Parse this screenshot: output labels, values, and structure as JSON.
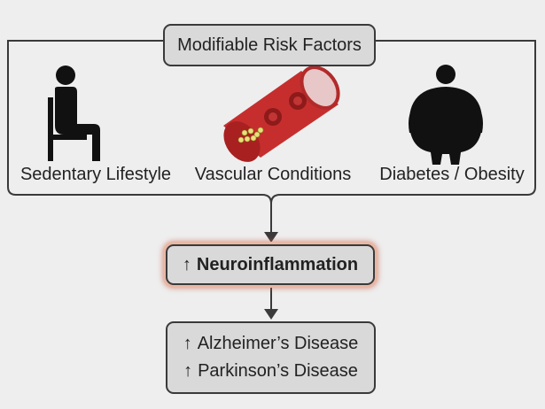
{
  "top_box": {
    "title": "Modifiable Risk Factors"
  },
  "risk_factors": [
    {
      "label": "Sedentary Lifestyle",
      "icon": "seated-person-icon"
    },
    {
      "label": "Vascular Conditions",
      "icon": "blood-vessel-icon"
    },
    {
      "label": "Diabetes / Obesity",
      "icon": "obese-person-icon"
    }
  ],
  "middle_box": {
    "arrow": "↑",
    "text": "Neuroinflammation"
  },
  "outcome_box": [
    {
      "arrow": "↑",
      "text": "Alzheimer’s Disease"
    },
    {
      "arrow": "↑",
      "text": "Parkinson’s Disease"
    }
  ],
  "colors": {
    "background": "#eeeeee",
    "box_fill": "#d9d9d9",
    "vessel_outer": "#b22a2a",
    "vessel_inner": "#e6c7c7",
    "glow": "#cd5f46"
  }
}
